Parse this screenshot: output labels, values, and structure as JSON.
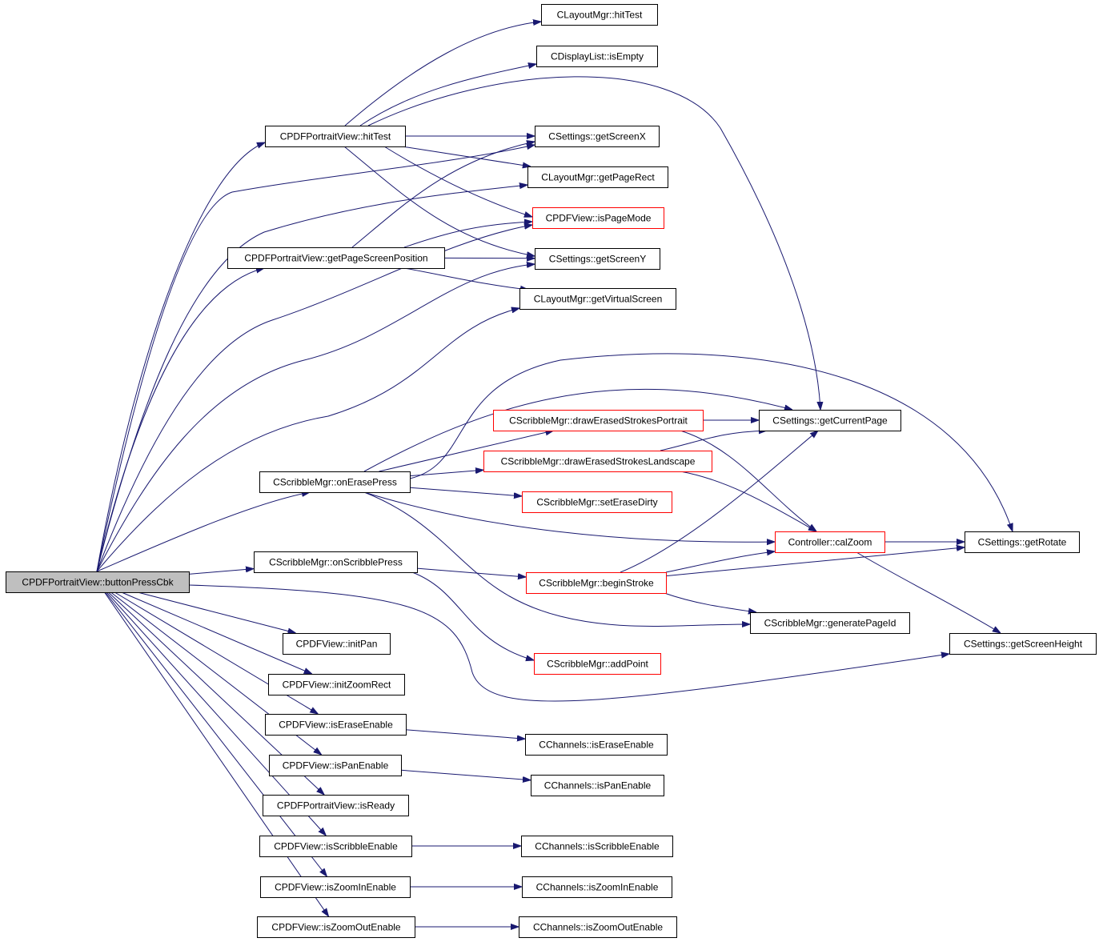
{
  "colors": {
    "edge": "#191970",
    "root_fill": "#bfbfbf",
    "node_border": "#000000",
    "linked_border": "#ff0000",
    "text": "#000000"
  },
  "nodes": [
    {
      "id": "root",
      "label": "CPDFPortraitView::buttonPressCbk",
      "kind": "root"
    },
    {
      "id": "n_hitTest",
      "label": "CPDFPortraitView::hitTest",
      "kind": "normal"
    },
    {
      "id": "n_getPageScreenPosition",
      "label": "CPDFPortraitView::getPageScreenPosition",
      "kind": "normal"
    },
    {
      "id": "n_onErasePress",
      "label": "CScribbleMgr::onErasePress",
      "kind": "normal"
    },
    {
      "id": "n_onScribblePress",
      "label": "CScribbleMgr::onScribblePress",
      "kind": "normal"
    },
    {
      "id": "n_initPan",
      "label": "CPDFView::initPan",
      "kind": "normal"
    },
    {
      "id": "n_initZoomRect",
      "label": "CPDFView::initZoomRect",
      "kind": "normal"
    },
    {
      "id": "n_isEraseEnable",
      "label": "CPDFView::isEraseEnable",
      "kind": "normal"
    },
    {
      "id": "n_isPanEnable",
      "label": "CPDFView::isPanEnable",
      "kind": "normal"
    },
    {
      "id": "n_isReady",
      "label": "CPDFPortraitView::isReady",
      "kind": "normal"
    },
    {
      "id": "n_isScribbleEnable",
      "label": "CPDFView::isScribbleEnable",
      "kind": "normal"
    },
    {
      "id": "n_isZoomInEnable",
      "label": "CPDFView::isZoomInEnable",
      "kind": "normal"
    },
    {
      "id": "n_isZoomOutEnable",
      "label": "CPDFView::isZoomOutEnable",
      "kind": "normal"
    },
    {
      "id": "n_lm_hitTest",
      "label": "CLayoutMgr::hitTest",
      "kind": "normal"
    },
    {
      "id": "n_dl_isEmpty",
      "label": "CDisplayList::isEmpty",
      "kind": "normal"
    },
    {
      "id": "n_getScreenX",
      "label": "CSettings::getScreenX",
      "kind": "normal"
    },
    {
      "id": "n_getPageRect",
      "label": "CLayoutMgr::getPageRect",
      "kind": "normal"
    },
    {
      "id": "n_isPageMode",
      "label": "CPDFView::isPageMode",
      "kind": "linked"
    },
    {
      "id": "n_getScreenY",
      "label": "CSettings::getScreenY",
      "kind": "normal"
    },
    {
      "id": "n_getVirtualScreen",
      "label": "CLayoutMgr::getVirtualScreen",
      "kind": "normal"
    },
    {
      "id": "n_drawEPortrait",
      "label": "CScribbleMgr::drawErasedStrokesPortrait",
      "kind": "linked"
    },
    {
      "id": "n_drawELandscape",
      "label": "CScribbleMgr::drawErasedStrokesLandscape",
      "kind": "linked"
    },
    {
      "id": "n_setEraseDirty",
      "label": "CScribbleMgr::setEraseDirty",
      "kind": "linked"
    },
    {
      "id": "n_beginStroke",
      "label": "CScribbleMgr::beginStroke",
      "kind": "linked"
    },
    {
      "id": "n_addPoint",
      "label": "CScribbleMgr::addPoint",
      "kind": "linked"
    },
    {
      "id": "n_getCurrentPage",
      "label": "CSettings::getCurrentPage",
      "kind": "normal"
    },
    {
      "id": "n_calZoom",
      "label": "Controller::calZoom",
      "kind": "linked"
    },
    {
      "id": "n_generatePageId",
      "label": "CScribbleMgr::generatePageId",
      "kind": "normal"
    },
    {
      "id": "n_getRotate",
      "label": "CSettings::getRotate",
      "kind": "normal"
    },
    {
      "id": "n_getScreenHeight",
      "label": "CSettings::getScreenHeight",
      "kind": "normal"
    },
    {
      "id": "n_ch_isEraseEnable",
      "label": "CChannels::isEraseEnable",
      "kind": "normal"
    },
    {
      "id": "n_ch_isPanEnable",
      "label": "CChannels::isPanEnable",
      "kind": "normal"
    },
    {
      "id": "n_ch_isScribbleEnable",
      "label": "CChannels::isScribbleEnable",
      "kind": "normal"
    },
    {
      "id": "n_ch_isZoomInEnable",
      "label": "CChannels::isZoomInEnable",
      "kind": "normal"
    },
    {
      "id": "n_ch_isZoomOutEnable",
      "label": "CChannels::isZoomOutEnable",
      "kind": "normal"
    }
  ],
  "edges": [
    {
      "from": "root",
      "to": "n_hitTest"
    },
    {
      "from": "root",
      "to": "n_getPageScreenPosition"
    },
    {
      "from": "root",
      "to": "n_onErasePress"
    },
    {
      "from": "root",
      "to": "n_onScribblePress"
    },
    {
      "from": "root",
      "to": "n_initPan"
    },
    {
      "from": "root",
      "to": "n_initZoomRect"
    },
    {
      "from": "root",
      "to": "n_isEraseEnable"
    },
    {
      "from": "root",
      "to": "n_isPanEnable"
    },
    {
      "from": "root",
      "to": "n_isReady"
    },
    {
      "from": "root",
      "to": "n_isScribbleEnable"
    },
    {
      "from": "root",
      "to": "n_isZoomInEnable"
    },
    {
      "from": "root",
      "to": "n_isZoomOutEnable"
    },
    {
      "from": "root",
      "to": "n_getScreenX"
    },
    {
      "from": "root",
      "to": "n_getPageRect"
    },
    {
      "from": "root",
      "to": "n_isPageMode"
    },
    {
      "from": "root",
      "to": "n_getScreenY"
    },
    {
      "from": "root",
      "to": "n_getVirtualScreen"
    },
    {
      "from": "root",
      "to": "n_getScreenHeight"
    },
    {
      "from": "n_hitTest",
      "to": "n_lm_hitTest"
    },
    {
      "from": "n_hitTest",
      "to": "n_dl_isEmpty"
    },
    {
      "from": "n_hitTest",
      "to": "n_getScreenX"
    },
    {
      "from": "n_hitTest",
      "to": "n_getPageRect"
    },
    {
      "from": "n_hitTest",
      "to": "n_isPageMode"
    },
    {
      "from": "n_hitTest",
      "to": "n_getScreenY"
    },
    {
      "from": "n_hitTest",
      "to": "n_getCurrentPage"
    },
    {
      "from": "n_getPageScreenPosition",
      "to": "n_getScreenX"
    },
    {
      "from": "n_getPageScreenPosition",
      "to": "n_isPageMode"
    },
    {
      "from": "n_getPageScreenPosition",
      "to": "n_getScreenY"
    },
    {
      "from": "n_getPageScreenPosition",
      "to": "n_getVirtualScreen"
    },
    {
      "from": "n_onErasePress",
      "to": "n_drawEPortrait"
    },
    {
      "from": "n_onErasePress",
      "to": "n_drawELandscape"
    },
    {
      "from": "n_onErasePress",
      "to": "n_setEraseDirty"
    },
    {
      "from": "n_onErasePress",
      "to": "n_getCurrentPage"
    },
    {
      "from": "n_onErasePress",
      "to": "n_calZoom"
    },
    {
      "from": "n_onErasePress",
      "to": "n_getRotate"
    },
    {
      "from": "n_onErasePress",
      "to": "n_generatePageId"
    },
    {
      "from": "n_onScribblePress",
      "to": "n_beginStroke"
    },
    {
      "from": "n_onScribblePress",
      "to": "n_addPoint"
    },
    {
      "from": "n_drawEPortrait",
      "to": "n_getCurrentPage"
    },
    {
      "from": "n_drawEPortrait",
      "to": "n_calZoom"
    },
    {
      "from": "n_drawELandscape",
      "to": "n_getCurrentPage"
    },
    {
      "from": "n_drawELandscape",
      "to": "n_calZoom"
    },
    {
      "from": "n_beginStroke",
      "to": "n_getCurrentPage"
    },
    {
      "from": "n_beginStroke",
      "to": "n_calZoom"
    },
    {
      "from": "n_beginStroke",
      "to": "n_getRotate"
    },
    {
      "from": "n_beginStroke",
      "to": "n_generatePageId"
    },
    {
      "from": "n_calZoom",
      "to": "n_getRotate"
    },
    {
      "from": "n_calZoom",
      "to": "n_getScreenHeight"
    },
    {
      "from": "n_isEraseEnable",
      "to": "n_ch_isEraseEnable"
    },
    {
      "from": "n_isPanEnable",
      "to": "n_ch_isPanEnable"
    },
    {
      "from": "n_isScribbleEnable",
      "to": "n_ch_isScribbleEnable"
    },
    {
      "from": "n_isZoomInEnable",
      "to": "n_ch_isZoomInEnable"
    },
    {
      "from": "n_isZoomOutEnable",
      "to": "n_ch_isZoomOutEnable"
    }
  ]
}
